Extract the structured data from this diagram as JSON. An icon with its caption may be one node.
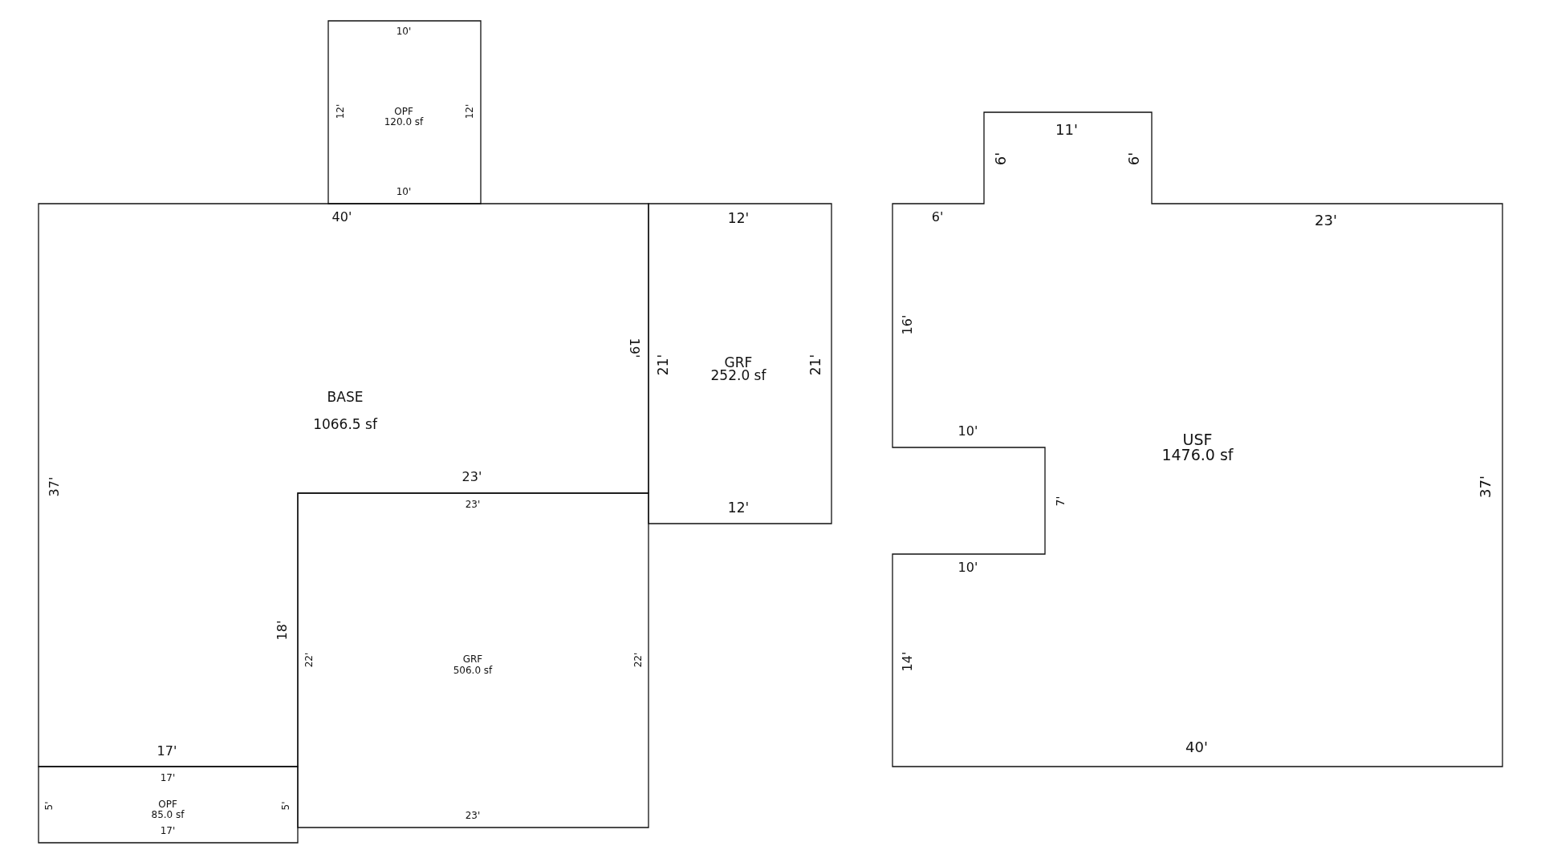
{
  "diagram": {
    "nodes": [
      {
        "text": [
          "OPF",
          "120.0 sf"
        ]
      },
      {
        "text": [
          "BASE",
          "1066.5 sf"
        ]
      },
      {
        "text": [
          "GRF",
          "252.0 sf"
        ]
      },
      {
        "text": [
          "USF",
          "1476.0 sf"
        ]
      },
      {
        "text": [
          "GRF",
          "506.0 sf"
        ]
      },
      {
        "text": [
          "OPF",
          "85.0 sf"
        ]
      }
    ],
    "edges": [],
    "labels": [
      "10'",
      "12'",
      "12'",
      "10'",
      "11'",
      "6'",
      "6'",
      "40'",
      "12'",
      "6'",
      "23'",
      "16'",
      "19'",
      "21'",
      "21'",
      "10'",
      "23'",
      "23'",
      "12'",
      "7'",
      "37'",
      "10'",
      "18'",
      "22'",
      "22'",
      "14'",
      "37'",
      "17'",
      "40'",
      "17'",
      "5'",
      "5'",
      "17'",
      "23'"
    ]
  }
}
